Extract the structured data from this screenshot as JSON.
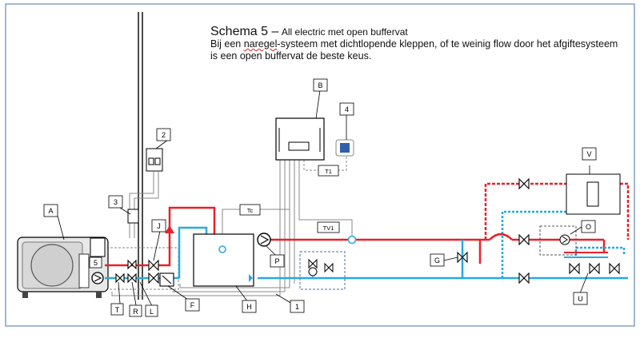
{
  "title": {
    "main": "Schema 5 –",
    "sub": "All electric met open buffervat"
  },
  "description": {
    "line1_prefix": "Bij een ",
    "line1_underlined": "naregel",
    "line1_suffix": "-systeem met dichtlopende kleppen, of te weinig flow door het afgiftesysteem",
    "line2": "is een open buffervat de beste keus."
  },
  "labels": {
    "A": "A",
    "B": "B",
    "F": "F",
    "G": "G",
    "H": "H",
    "J": "J",
    "L": "L",
    "O": "O",
    "P": "P",
    "R": "R",
    "T": "T",
    "U": "U",
    "V": "V",
    "n1": "1",
    "n2": "2",
    "n3": "3",
    "n4": "4",
    "n5": "5",
    "T1": "T1",
    "Tc": "Tc",
    "TV1": "TV1"
  },
  "colors": {
    "supply": "#e8202a",
    "return": "#27a9e1",
    "frame": "#4a6fa5",
    "control": "#8a8a8a",
    "thermostat": "#2f5fa8"
  }
}
